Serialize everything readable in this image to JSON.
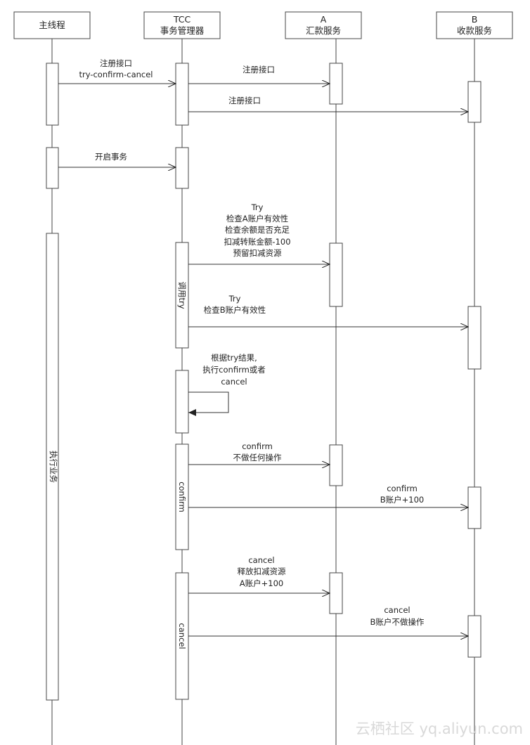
{
  "participants": [
    {
      "id": "main",
      "lines": [
        "主线程"
      ]
    },
    {
      "id": "tcc",
      "lines": [
        "TCC",
        "事务管理器"
      ]
    },
    {
      "id": "a",
      "lines": [
        "A",
        "汇款服务"
      ]
    },
    {
      "id": "b",
      "lines": [
        "B",
        "收款服务"
      ]
    }
  ],
  "messages": [
    {
      "id": "register-tcc",
      "from": "main",
      "to": "tcc",
      "lines": [
        "注册接口",
        "try-confirm-cancel"
      ]
    },
    {
      "id": "register-a",
      "from": "tcc",
      "to": "a",
      "lines": [
        "注册接口"
      ]
    },
    {
      "id": "register-b",
      "from": "tcc",
      "to": "b",
      "lines": [
        "注册接口"
      ]
    },
    {
      "id": "begin-tx",
      "from": "main",
      "to": "tcc",
      "lines": [
        "开启事务"
      ]
    },
    {
      "id": "try-a",
      "from": "tcc",
      "to": "a",
      "lines": [
        "Try",
        "检查A账户有效性",
        "检查余额是否充足",
        "扣减转账金额-100",
        "预留扣减资源"
      ]
    },
    {
      "id": "try-b",
      "from": "tcc",
      "to": "b",
      "lines": [
        "Try",
        "检查B账户有效性"
      ]
    },
    {
      "id": "self-decide",
      "from": "tcc",
      "to": "tcc",
      "lines": [
        "根据try结果,",
        "执行confirm或者",
        "cancel"
      ]
    },
    {
      "id": "confirm-a",
      "from": "tcc",
      "to": "a",
      "lines": [
        "confirm",
        "不做任何操作"
      ]
    },
    {
      "id": "confirm-b",
      "from": "tcc",
      "to": "b",
      "lines": [
        "confirm",
        "B账户+100"
      ]
    },
    {
      "id": "cancel-a",
      "from": "tcc",
      "to": "a",
      "lines": [
        "cancel",
        "释放扣减资源",
        "A账户+100"
      ]
    },
    {
      "id": "cancel-b",
      "from": "tcc",
      "to": "b",
      "lines": [
        "cancel",
        "B账户不做操作"
      ]
    }
  ],
  "activation_labels": {
    "main_execute": "执行业务",
    "tcc_try": "调用try",
    "tcc_confirm": "confirm",
    "tcc_cancel": "cancel"
  },
  "watermark": "云栖社区 yq.aliyun.com"
}
